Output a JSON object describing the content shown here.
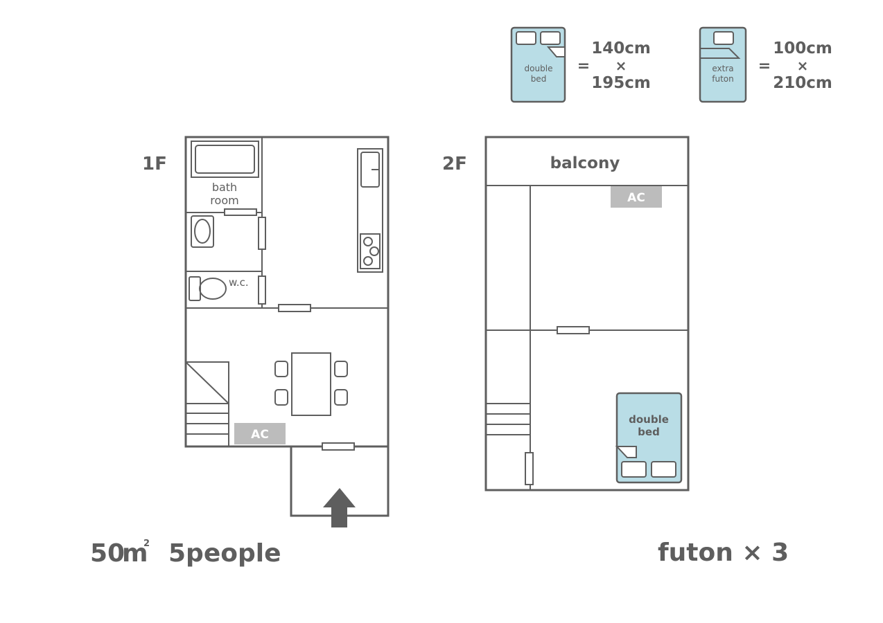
{
  "legend": {
    "double_bed": {
      "label_line1": "double",
      "label_line2": "bed",
      "equals": "=",
      "width": "140cm",
      "times": "×",
      "length": "195cm"
    },
    "extra_futon": {
      "label_line1": "extra",
      "label_line2": "futon",
      "equals": "=",
      "width": "100cm",
      "times": "×",
      "length": "210cm"
    }
  },
  "floor1": {
    "title": "1F",
    "bathroom_line1": "bath",
    "bathroom_line2": "room",
    "wc": "w.c.",
    "ac": "AC"
  },
  "floor2": {
    "title": "2F",
    "balcony": "balcony",
    "ac": "AC",
    "bed_line1": "double",
    "bed_line2": "bed"
  },
  "footer": {
    "area_number": "50",
    "area_unit": "m",
    "area_superscript": "2",
    "people": "5people",
    "futon": "futon × 3"
  },
  "colors": {
    "line": "#5e5e5e",
    "bed_fill": "#b9dde6",
    "ac_fill": "#bcbcbc"
  }
}
